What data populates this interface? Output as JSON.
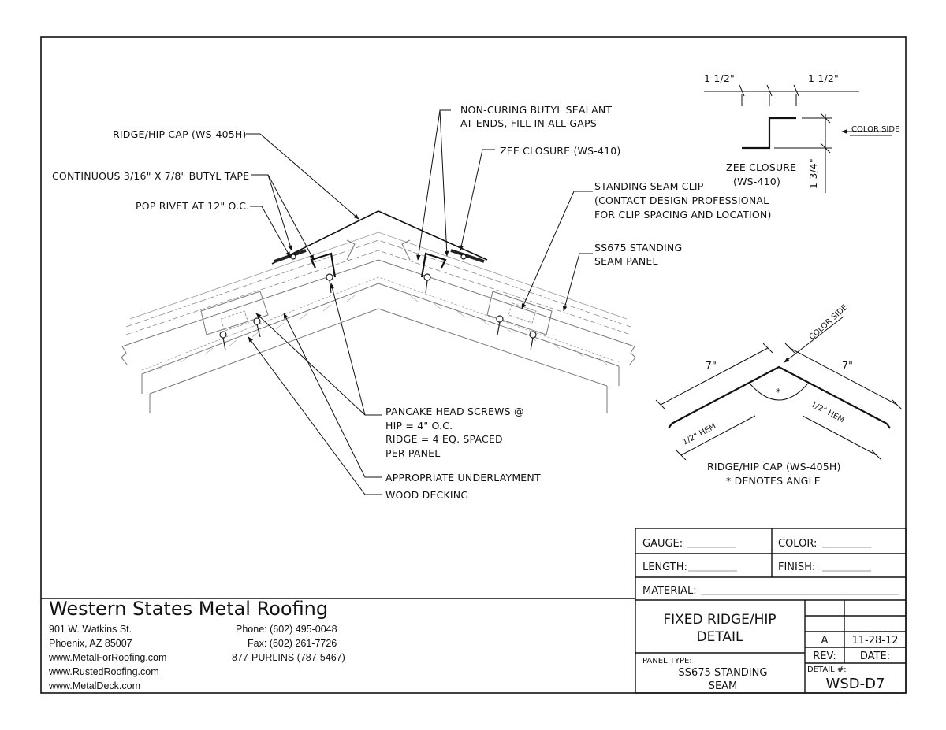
{
  "company": {
    "name": "Western States Metal Roofing",
    "address1": "901 W. Watkins St.",
    "address2": "Phoenix, AZ 85007",
    "web1": "www.MetalForRoofing.com",
    "web2": "www.RustedRoofing.com",
    "web3": "www.MetalDeck.com",
    "phone": "Phone: (602) 495-0048",
    "fax": "Fax: (602) 261-7726",
    "tollfree": "877-PURLINS (787-5467)"
  },
  "title_block": {
    "gauge_label": "GAUGE:",
    "color_label": "COLOR:",
    "length_label": "LENGTH:",
    "finish_label": "FINISH:",
    "material_label": "MATERIAL:",
    "title_line1": "FIXED RIDGE/HIP",
    "title_line2": "DETAIL",
    "panel_type_label": "PANEL TYPE:",
    "panel_type_line1": "SS675 STANDING",
    "panel_type_line2": "SEAM",
    "rev_value": "A",
    "date_value": "11-28-12",
    "rev_label": "REV:",
    "date_label": "DATE:",
    "detail_label": "DETAIL #:",
    "detail_number": "WSD-D7"
  },
  "callouts": {
    "ridge_cap": "RIDGE/HIP CAP (WS-405H)",
    "butyl_tape": "CONTINUOUS 3/16\" X 7/8\" BUTYL TAPE",
    "pop_rivet": "POP RIVET AT 12\" O.C.",
    "sealant_line1": "NON-CURING BUTYL SEALANT",
    "sealant_line2": "AT ENDS, FILL IN ALL GAPS",
    "zee_closure": "ZEE CLOSURE (WS-410)",
    "clip_line1": "STANDING SEAM CLIP",
    "clip_line2": "(CONTACT DESIGN PROFESSIONAL",
    "clip_line3": "FOR CLIP SPACING AND LOCATION)",
    "panel_line1": "SS675 STANDING",
    "panel_line2": "SEAM PANEL",
    "screws_line1": "PANCAKE HEAD SCREWS @",
    "screws_line2": "HIP = 4\" O.C.",
    "screws_line3": "RIDGE = 4 EQ. SPACED",
    "screws_line4": "PER PANEL",
    "underlayment": "APPROPRIATE UNDERLAYMENT",
    "decking": "WOOD DECKING"
  },
  "zee_detail": {
    "dim_left": "1 1/2\"",
    "dim_right": "1 1/2\"",
    "dim_height": "1 3/4\"",
    "color_side": "COLOR SIDE",
    "label_line1": "ZEE CLOSURE",
    "label_line2": "(WS-410)"
  },
  "cap_detail": {
    "dim_left": "7\"",
    "dim_right": "7\"",
    "hem_left": "1/2\" HEM",
    "hem_right": "1/2\" HEM",
    "color_side": "COLOR SIDE",
    "angle_mark": "*",
    "label_line1": "RIDGE/HIP CAP (WS-405H)",
    "label_line2": "* DENOTES ANGLE"
  }
}
